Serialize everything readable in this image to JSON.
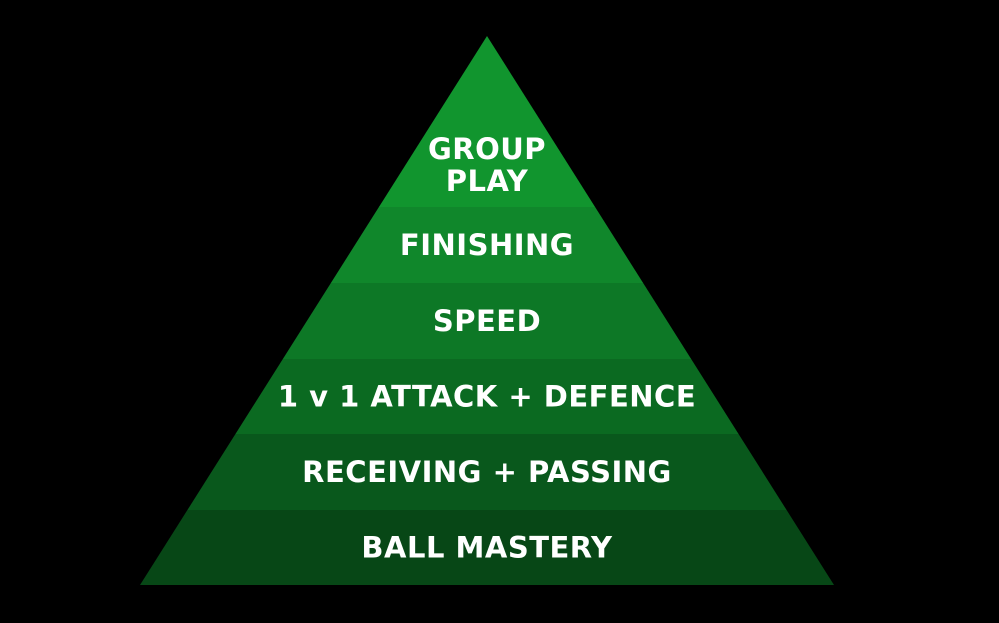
{
  "colors": {
    "background": "#000000",
    "text": "#ffffff"
  },
  "pyramid": {
    "tiers": [
      {
        "lines": [
          "GROUP",
          "PLAY"
        ],
        "color": "#11952e"
      },
      {
        "lines": [
          "FINISHING"
        ],
        "color": "#10872b"
      },
      {
        "lines": [
          "SPEED"
        ],
        "color": "#0d7826"
      },
      {
        "lines": [
          "1 v 1 ATTACK + DEFENCE"
        ],
        "color": "#0b6a21"
      },
      {
        "lines": [
          "RECEIVING + PASSING"
        ],
        "color": "#09581c"
      },
      {
        "lines": [
          "BALL MASTERY"
        ],
        "color": "#074716"
      }
    ]
  }
}
